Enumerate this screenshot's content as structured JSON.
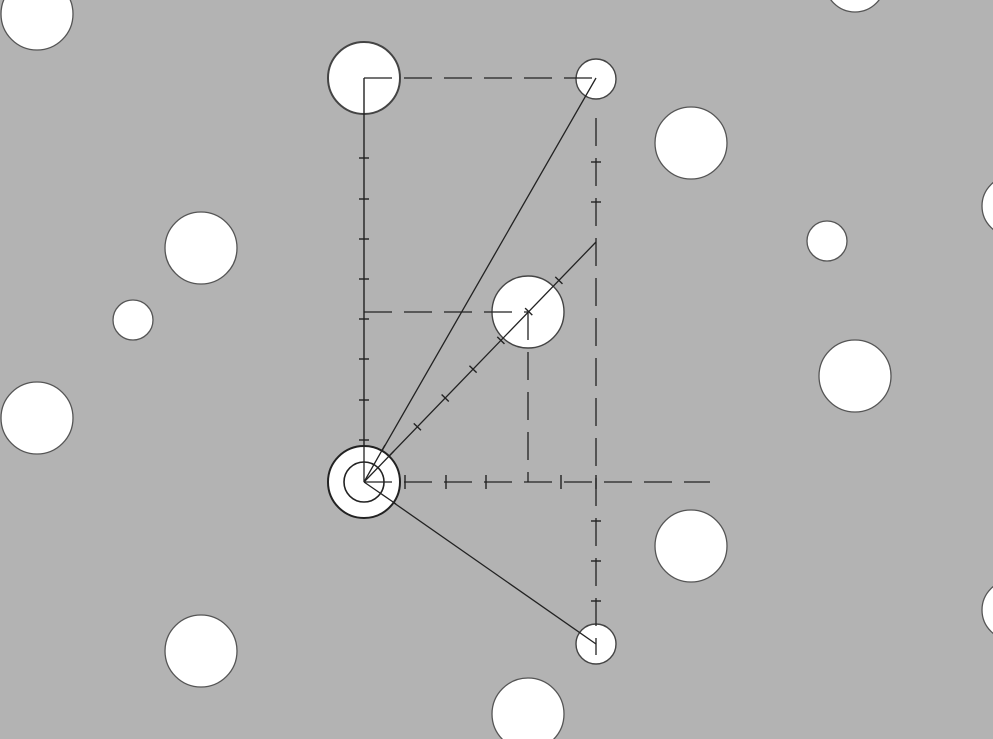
{
  "diagram": {
    "background_color": "#b3b3b3",
    "circle_fill": "#ffffff",
    "circle_stroke": "#555555",
    "line_color": "#222222",
    "elements": {
      "background_circles": "white-disc",
      "origin_marker": "double-ring",
      "construction_lines": "dashed",
      "vectors": "solid-line"
    }
  }
}
